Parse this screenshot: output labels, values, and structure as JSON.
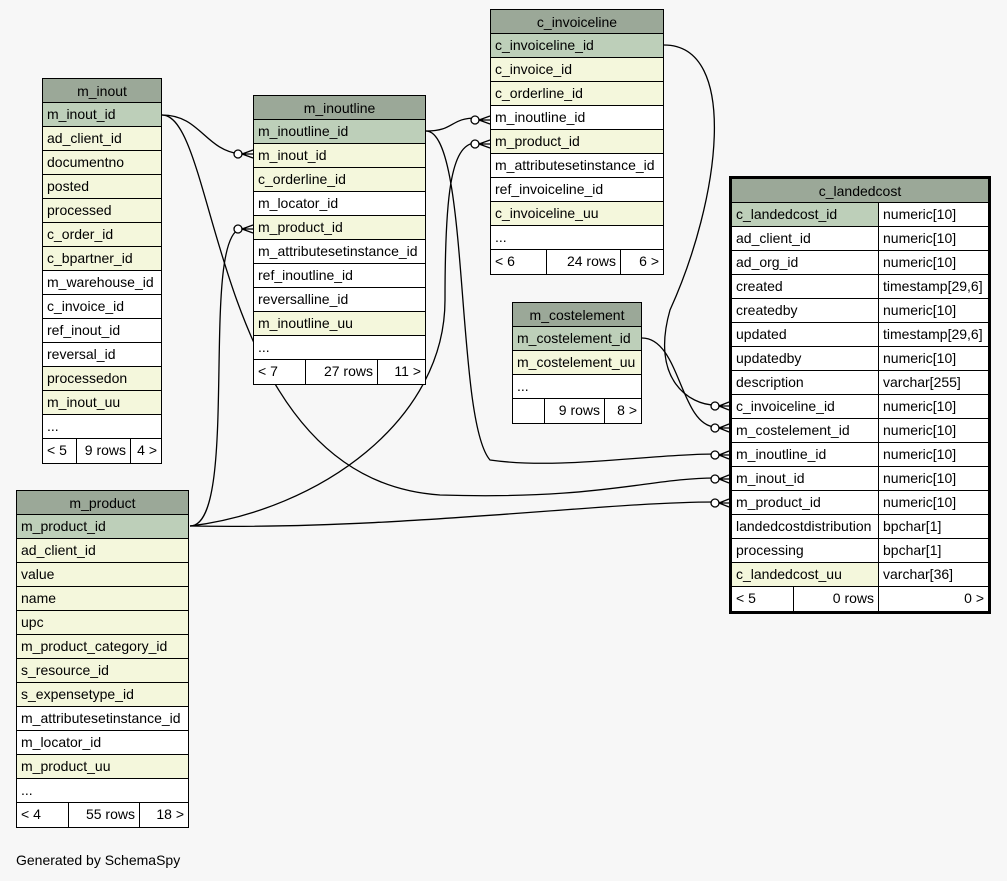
{
  "tables": {
    "m_inout": {
      "title": "m_inout",
      "columns": [
        {
          "name": "m_inout_id",
          "kind": "pk"
        },
        {
          "name": "ad_client_id",
          "kind": "fk"
        },
        {
          "name": "documentno",
          "kind": "fk"
        },
        {
          "name": "posted",
          "kind": "fk"
        },
        {
          "name": "processed",
          "kind": "fk"
        },
        {
          "name": "c_order_id",
          "kind": "fk"
        },
        {
          "name": "c_bpartner_id",
          "kind": "fk"
        },
        {
          "name": "m_warehouse_id",
          "kind": "plain"
        },
        {
          "name": "c_invoice_id",
          "kind": "plain"
        },
        {
          "name": "ref_inout_id",
          "kind": "plain"
        },
        {
          "name": "reversal_id",
          "kind": "plain"
        },
        {
          "name": "processedon",
          "kind": "fk"
        },
        {
          "name": "m_inout_uu",
          "kind": "fk"
        },
        {
          "name": "...",
          "kind": "plain"
        }
      ],
      "footer": {
        "parents": "< 5",
        "rows": "9 rows",
        "children": "4 >"
      }
    },
    "m_inoutline": {
      "title": "m_inoutline",
      "columns": [
        {
          "name": "m_inoutline_id",
          "kind": "pk"
        },
        {
          "name": "m_inout_id",
          "kind": "fk"
        },
        {
          "name": "c_orderline_id",
          "kind": "fk"
        },
        {
          "name": "m_locator_id",
          "kind": "plain"
        },
        {
          "name": "m_product_id",
          "kind": "fk"
        },
        {
          "name": "m_attributesetinstance_id",
          "kind": "plain"
        },
        {
          "name": "ref_inoutline_id",
          "kind": "plain"
        },
        {
          "name": "reversalline_id",
          "kind": "plain"
        },
        {
          "name": "m_inoutline_uu",
          "kind": "fk"
        },
        {
          "name": "...",
          "kind": "plain"
        }
      ],
      "footer": {
        "parents": "< 7",
        "rows": "27 rows",
        "children": "11 >"
      }
    },
    "c_invoiceline": {
      "title": "c_invoiceline",
      "columns": [
        {
          "name": "c_invoiceline_id",
          "kind": "pk"
        },
        {
          "name": "c_invoice_id",
          "kind": "fk"
        },
        {
          "name": "c_orderline_id",
          "kind": "fk"
        },
        {
          "name": "m_inoutline_id",
          "kind": "plain"
        },
        {
          "name": "m_product_id",
          "kind": "fk"
        },
        {
          "name": "m_attributesetinstance_id",
          "kind": "plain"
        },
        {
          "name": "ref_invoiceline_id",
          "kind": "plain"
        },
        {
          "name": "c_invoiceline_uu",
          "kind": "fk"
        },
        {
          "name": "...",
          "kind": "plain"
        }
      ],
      "footer": {
        "parents": "< 6",
        "rows": "24 rows",
        "children": "6 >"
      }
    },
    "m_costelement": {
      "title": "m_costelement",
      "columns": [
        {
          "name": "m_costelement_id",
          "kind": "pk"
        },
        {
          "name": "m_costelement_uu",
          "kind": "fk"
        },
        {
          "name": "...",
          "kind": "plain"
        }
      ],
      "footer": {
        "parents": "",
        "rows": "9 rows",
        "children": "8 >"
      }
    },
    "m_product": {
      "title": "m_product",
      "columns": [
        {
          "name": "m_product_id",
          "kind": "pk"
        },
        {
          "name": "ad_client_id",
          "kind": "fk"
        },
        {
          "name": "value",
          "kind": "fk"
        },
        {
          "name": "name",
          "kind": "fk"
        },
        {
          "name": "upc",
          "kind": "fk"
        },
        {
          "name": "m_product_category_id",
          "kind": "fk"
        },
        {
          "name": "s_resource_id",
          "kind": "fk"
        },
        {
          "name": "s_expensetype_id",
          "kind": "fk"
        },
        {
          "name": "m_attributesetinstance_id",
          "kind": "plain"
        },
        {
          "name": "m_locator_id",
          "kind": "plain"
        },
        {
          "name": "m_product_uu",
          "kind": "fk"
        },
        {
          "name": "...",
          "kind": "plain"
        }
      ],
      "footer": {
        "parents": "< 4",
        "rows": "55 rows",
        "children": "18 >"
      }
    },
    "c_landedcost": {
      "title": "c_landedcost",
      "columns": [
        {
          "name": "c_landedcost_id",
          "type": "numeric[10]",
          "kind": "pk"
        },
        {
          "name": "ad_client_id",
          "type": "numeric[10]",
          "kind": "plain"
        },
        {
          "name": "ad_org_id",
          "type": "numeric[10]",
          "kind": "plain"
        },
        {
          "name": "created",
          "type": "timestamp[29,6]",
          "kind": "plain"
        },
        {
          "name": "createdby",
          "type": "numeric[10]",
          "kind": "plain"
        },
        {
          "name": "updated",
          "type": "timestamp[29,6]",
          "kind": "plain"
        },
        {
          "name": "updatedby",
          "type": "numeric[10]",
          "kind": "plain"
        },
        {
          "name": "description",
          "type": "varchar[255]",
          "kind": "plain"
        },
        {
          "name": "c_invoiceline_id",
          "type": "numeric[10]",
          "kind": "plain"
        },
        {
          "name": "m_costelement_id",
          "type": "numeric[10]",
          "kind": "plain"
        },
        {
          "name": "m_inoutline_id",
          "type": "numeric[10]",
          "kind": "plain"
        },
        {
          "name": "m_inout_id",
          "type": "numeric[10]",
          "kind": "plain"
        },
        {
          "name": "m_product_id",
          "type": "numeric[10]",
          "kind": "plain"
        },
        {
          "name": "landedcostdistribution",
          "type": "bpchar[1]",
          "kind": "plain"
        },
        {
          "name": "processing",
          "type": "bpchar[1]",
          "kind": "plain"
        },
        {
          "name": "c_landedcost_uu",
          "type": "varchar[36]",
          "kind": "fk"
        }
      ],
      "footer": {
        "parents": "< 5",
        "rows": "0 rows",
        "children": "0 >"
      }
    }
  },
  "credit": "Generated by SchemaSpy"
}
